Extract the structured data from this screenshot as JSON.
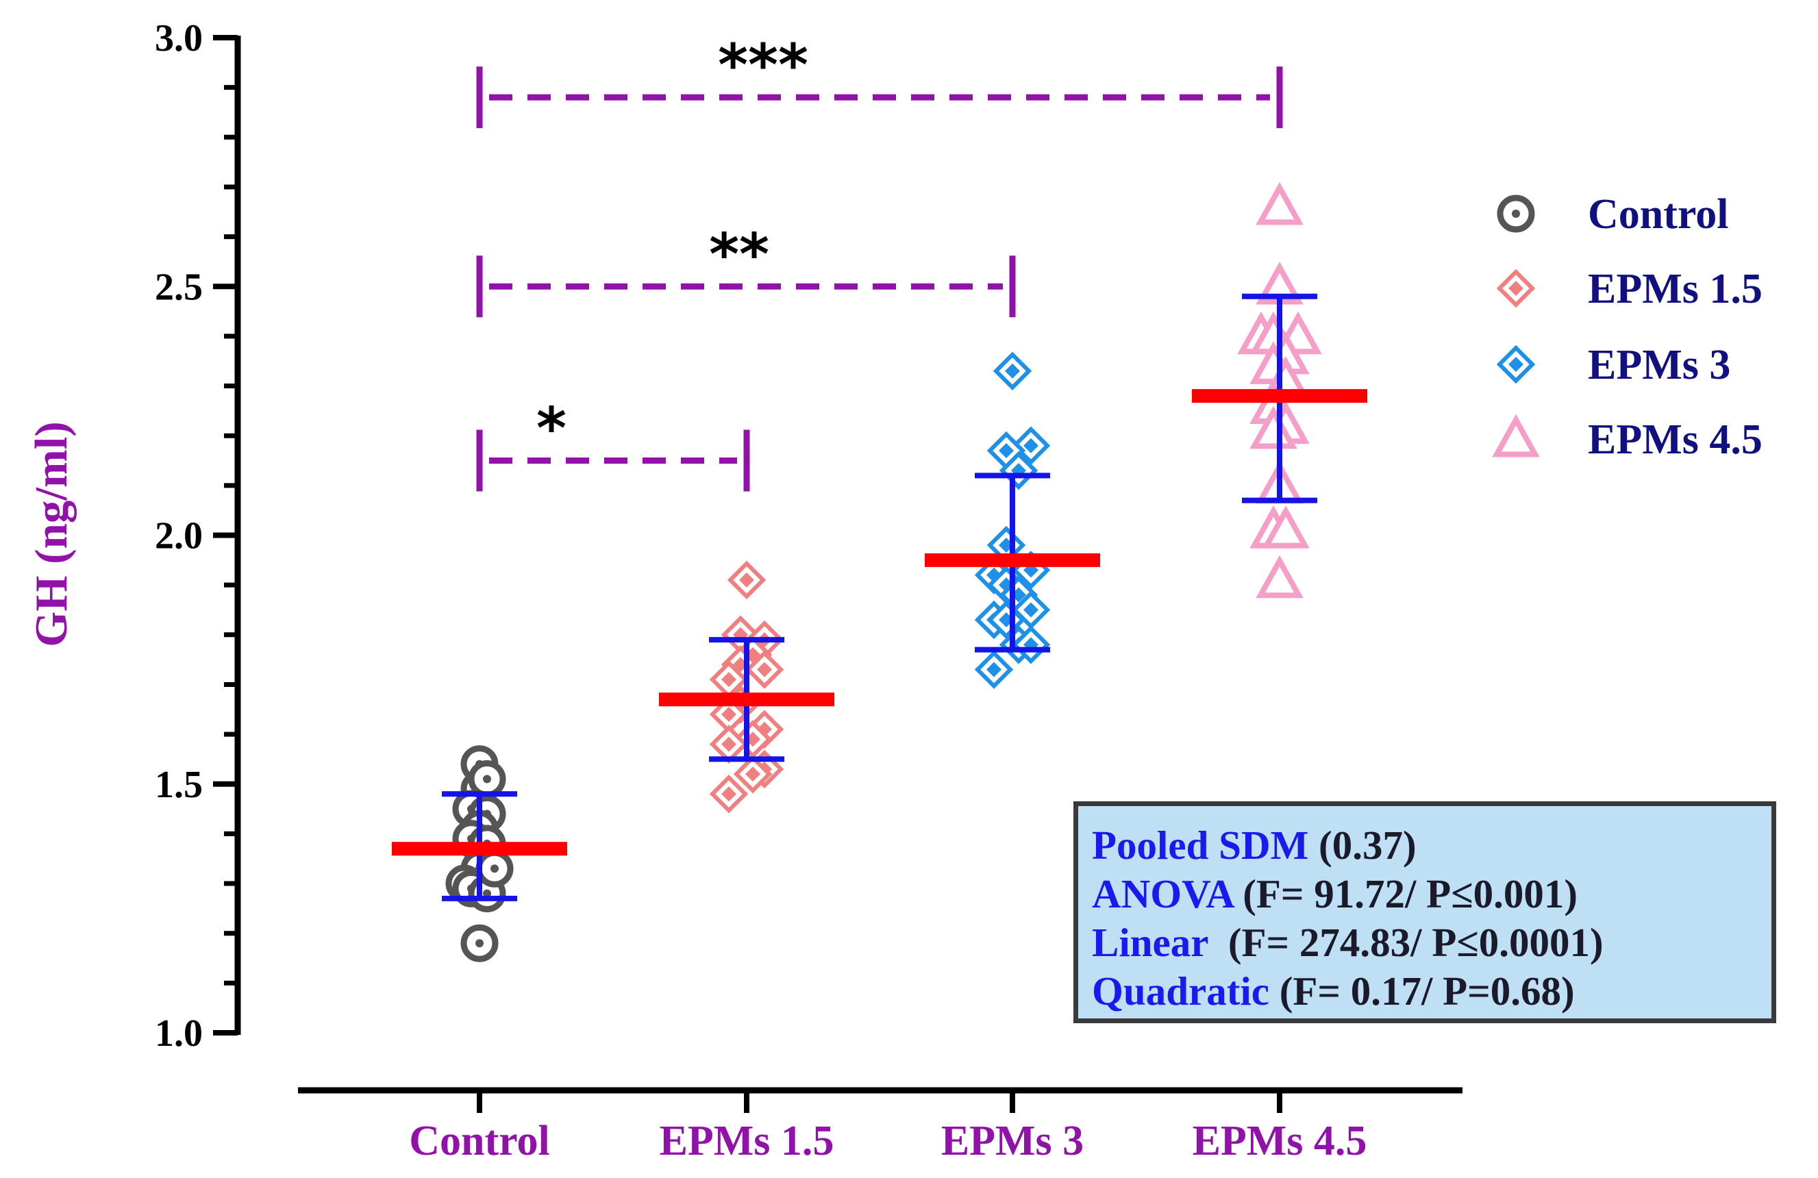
{
  "chart_data": {
    "type": "scatter",
    "ylabel": "GH (ng/ml)",
    "ylim": [
      1.0,
      3.0
    ],
    "yticks": [
      "1.0",
      "1.5",
      "2.0",
      "2.5",
      "3.0"
    ],
    "categories": [
      "Control",
      "EPMs 1.5",
      "EPMs 3",
      "EPMs 4.5"
    ],
    "series": [
      {
        "name": "Control",
        "marker": "circle",
        "color": "#555555",
        "points": [
          {
            "x": 0.0,
            "y": 1.54
          },
          {
            "x": 0.0,
            "y": 1.49
          },
          {
            "x": 0.11,
            "y": 1.51
          },
          {
            "x": -0.12,
            "y": 1.45
          },
          {
            "x": 0.11,
            "y": 1.44
          },
          {
            "x": 0.0,
            "y": 1.41
          },
          {
            "x": -0.12,
            "y": 1.39
          },
          {
            "x": 0.11,
            "y": 1.38
          },
          {
            "x": 0.0,
            "y": 1.33
          },
          {
            "x": -0.22,
            "y": 1.3
          },
          {
            "x": -0.12,
            "y": 1.29
          },
          {
            "x": 0.11,
            "y": 1.28
          },
          {
            "x": 0.22,
            "y": 1.33
          },
          {
            "x": 0.0,
            "y": 1.18
          }
        ],
        "mean": 1.37,
        "sd_low": 1.27,
        "sd_high": 1.48
      },
      {
        "name": "EPMs 1.5",
        "marker": "diamond",
        "color": "#f08080",
        "points": [
          {
            "x": 0.0,
            "y": 1.91
          },
          {
            "x": -0.09,
            "y": 1.8
          },
          {
            "x": 0.26,
            "y": 1.79
          },
          {
            "x": 0.09,
            "y": 1.76
          },
          {
            "x": -0.09,
            "y": 1.74
          },
          {
            "x": 0.26,
            "y": 1.73
          },
          {
            "x": -0.26,
            "y": 1.71
          },
          {
            "x": -0.09,
            "y": 1.66
          },
          {
            "x": -0.26,
            "y": 1.64
          },
          {
            "x": 0.26,
            "y": 1.61
          },
          {
            "x": 0.09,
            "y": 1.59
          },
          {
            "x": -0.26,
            "y": 1.58
          },
          {
            "x": 0.26,
            "y": 1.53
          },
          {
            "x": 0.09,
            "y": 1.52
          },
          {
            "x": -0.26,
            "y": 1.48
          }
        ],
        "mean": 1.67,
        "sd_low": 1.55,
        "sd_high": 1.79
      },
      {
        "name": "EPMs 3",
        "marker": "diamond",
        "color": "#1e90e8",
        "points": [
          {
            "x": 0.0,
            "y": 2.33
          },
          {
            "x": 0.27,
            "y": 2.18
          },
          {
            "x": -0.09,
            "y": 2.17
          },
          {
            "x": 0.09,
            "y": 2.13
          },
          {
            "x": -0.09,
            "y": 1.98
          },
          {
            "x": 0.27,
            "y": 1.93
          },
          {
            "x": -0.27,
            "y": 1.92
          },
          {
            "x": -0.09,
            "y": 1.9
          },
          {
            "x": 0.09,
            "y": 1.88
          },
          {
            "x": 0.27,
            "y": 1.85
          },
          {
            "x": -0.27,
            "y": 1.83
          },
          {
            "x": -0.09,
            "y": 1.83
          },
          {
            "x": 0.09,
            "y": 1.78
          },
          {
            "x": 0.27,
            "y": 1.78
          },
          {
            "x": -0.27,
            "y": 1.73
          }
        ],
        "mean": 1.95,
        "sd_low": 1.77,
        "sd_high": 2.12
      },
      {
        "name": "EPMs 4.5",
        "marker": "triangle",
        "color": "#f59ec8",
        "points": [
          {
            "x": 0.0,
            "y": 2.66
          },
          {
            "x": 0.0,
            "y": 2.5
          },
          {
            "x": -0.27,
            "y": 2.4
          },
          {
            "x": -0.09,
            "y": 2.4
          },
          {
            "x": 0.27,
            "y": 2.4
          },
          {
            "x": 0.09,
            "y": 2.36
          },
          {
            "x": -0.09,
            "y": 2.34
          },
          {
            "x": 0.09,
            "y": 2.31
          },
          {
            "x": -0.09,
            "y": 2.26
          },
          {
            "x": 0.09,
            "y": 2.22
          },
          {
            "x": -0.09,
            "y": 2.21
          },
          {
            "x": 0.0,
            "y": 2.1
          },
          {
            "x": -0.09,
            "y": 2.01
          },
          {
            "x": 0.09,
            "y": 2.01
          },
          {
            "x": 0.0,
            "y": 1.91
          }
        ],
        "mean": 2.28,
        "sd_low": 2.07,
        "sd_high": 2.48
      }
    ],
    "comparisons": [
      {
        "from": 0,
        "to": 1,
        "y": 2.15,
        "label": "*"
      },
      {
        "from": 0,
        "to": 2,
        "y": 2.5,
        "label": "**"
      },
      {
        "from": 0,
        "to": 3,
        "y": 2.88,
        "label": "***"
      }
    ],
    "legend_position": "top-right",
    "mean_color": "#ff0000",
    "error_color": "#1414e6",
    "bracket_color": "#9012a8",
    "axis_label_color": "#9012a8",
    "legend_text_color": "#101080"
  },
  "stats_box": [
    {
      "name": "Pooled SDM",
      "value": " (0.37)"
    },
    {
      "name": "ANOVA",
      "value": " (F= 91.72/ P≤0.001)"
    },
    {
      "name": "Linear",
      "value": "  (F= 274.83/ P≤0.0001)"
    },
    {
      "name": "Quadratic",
      "value": " (F= 0.17/ P=0.68)"
    }
  ]
}
